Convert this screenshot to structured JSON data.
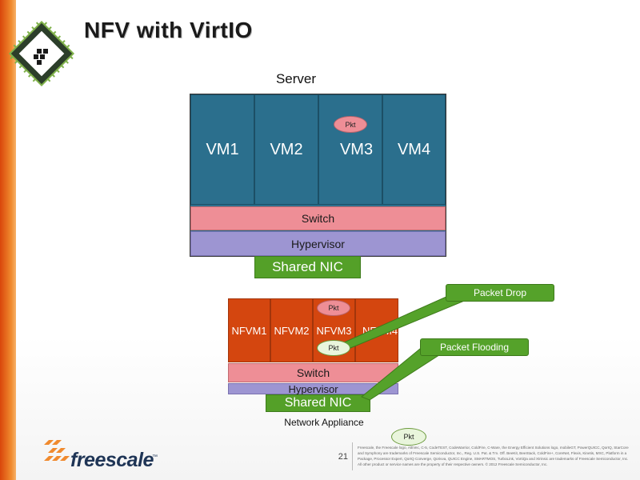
{
  "slide": {
    "title": "NFV with VirtIO",
    "page_number": "21"
  },
  "server": {
    "label": "Server",
    "vms": [
      "VM1",
      "VM2",
      "VM3",
      "VM4"
    ],
    "packet": "Pkt",
    "switch": "Switch",
    "hypervisor": "Hypervisor",
    "nic": "Shared NIC"
  },
  "appliance": {
    "label": "Network Appliance",
    "vms": [
      "NFVM1",
      "NFVM2",
      "NFVM3",
      "NFVM4"
    ],
    "packet_top": "Pkt",
    "packet_bottom": "Pkt",
    "switch": "Switch",
    "hypervisor": "Hypervisor",
    "nic": "Shared NIC",
    "loose_packet": "Pkt"
  },
  "callouts": {
    "drop": "Packet Drop",
    "flooding": "Packet Flooding"
  },
  "footer": {
    "brand": "freescale",
    "trademark": "™",
    "legal": "Freescale, the Freescale logo, AltiVec, C-5, CodeTEST, CodeWarrior, ColdFire, C-Ware, the Energy Efficient Solutions logo, mobileGT, PowerQUICC, QorIQ, StarCore and Symphony are trademarks of Freescale Semiconductor, Inc., Reg. U.S. Pat. & Tm. Off. BeeKit, BeeStack, ColdFire+, CoreNet, Flexis, Kinetis, MXC, Platform in a Package, Processor Expert, QorIQ Converge, Qorivva, QUICC Engine, SMARTMOS, TurboLink, VortiQa and Xtrinsic are trademarks of Freescale Semiconductor, Inc. All other product or service names are the property of their respective owners. © 2012 Freescale Semiconductor, Inc."
  },
  "colors": {
    "vm_blue": "#2b6f8d",
    "nfvm_orange": "#d4460f",
    "switch_pink": "#ee8e96",
    "hypervisor_purple": "#9d95d2",
    "nic_green": "#54a028",
    "brand_orange": "#f08a2e"
  }
}
